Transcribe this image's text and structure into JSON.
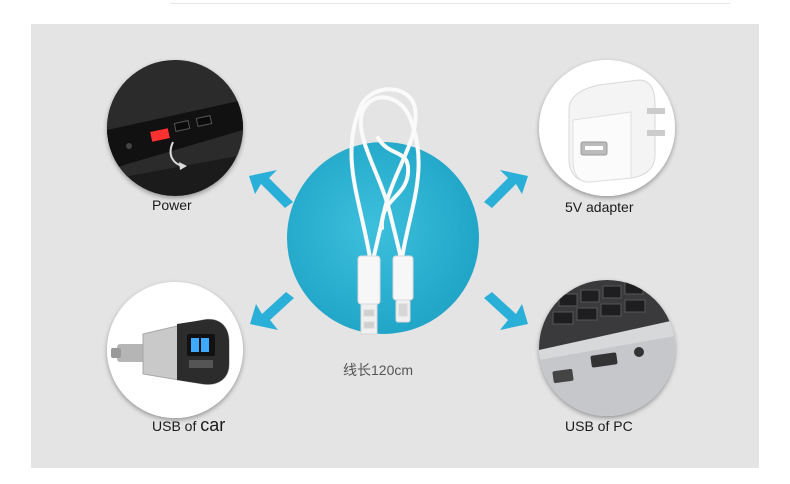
{
  "labels": {
    "power": "Power",
    "adapter": "5V adapter",
    "car_prefix": "USB of",
    "car_word": "car",
    "pc": "USB of PC"
  },
  "cable_length": "线长120cm",
  "colors": {
    "panel": "#e4e4e4",
    "circle": "#22a6c8",
    "arrow": "#2ab0d8"
  },
  "icons": {
    "power": "power-bank-icon",
    "adapter": "wall-adapter-icon",
    "car": "car-charger-icon",
    "pc": "laptop-usb-port-icon"
  }
}
